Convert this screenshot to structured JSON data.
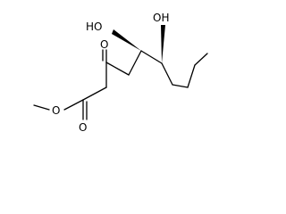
{
  "molecule": {
    "atoms": {
      "oh1": "HO",
      "oh2": "OH",
      "ketone_o": "O",
      "ester_o": "O",
      "ester_carbonyl_o": "O"
    }
  },
  "colors": {
    "bond": "#000000",
    "label": "#000000",
    "background": "#ffffff"
  }
}
